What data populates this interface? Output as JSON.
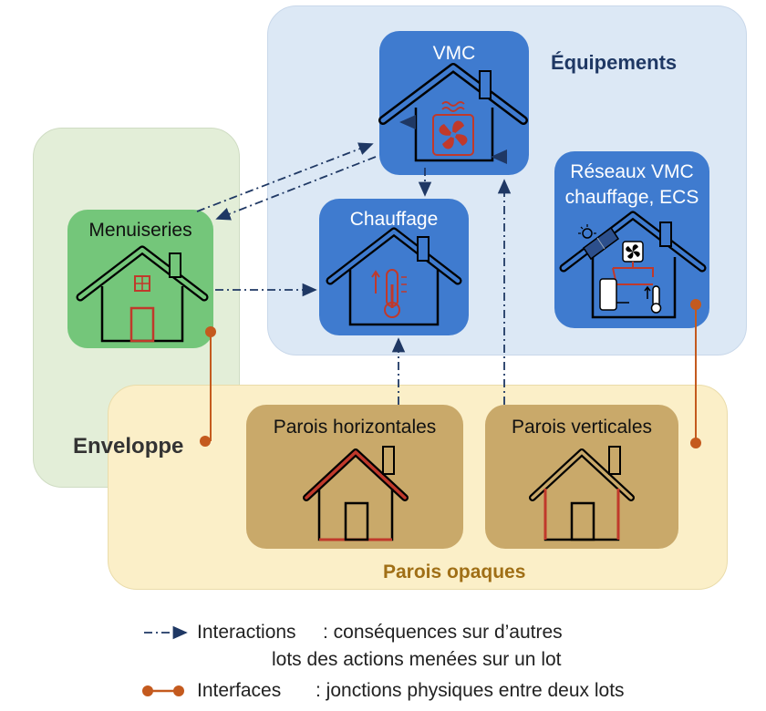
{
  "groups": {
    "equipements": "Équipements",
    "enveloppe": "Enveloppe",
    "parois_opaques": "Parois opaques"
  },
  "nodes": {
    "vmc": "VMC",
    "chauffage": "Chauffage",
    "reseaux_line1": "Réseaux VMC",
    "reseaux_line2": "chauffage, ECS",
    "menuiseries": "Menuiseries",
    "parois_horizontales": "Parois horizontales",
    "parois_verticales": "Parois verticales"
  },
  "legend": {
    "interactions_label": "Interactions",
    "interactions_desc_line1": ": conséquences sur d’autres",
    "interactions_desc_line2": "lots des actions menées sur un lot",
    "interfaces_label": "Interfaces",
    "interfaces_desc": ": jonctions physiques entre deux lots"
  },
  "colors": {
    "equipements_bg": "#dce8f5",
    "enveloppe_bg": "#e3eed8",
    "parois_bg": "#fbefc8",
    "blue_card": "#3f7bcf",
    "green_card": "#74c67a",
    "tan_card": "#c9a96a",
    "navy_text": "#1f3864",
    "brown_text": "#a06f16",
    "enveloppe_text": "#333333",
    "interface_line": "#c45a1e",
    "interaction_line": "#1f3864"
  }
}
